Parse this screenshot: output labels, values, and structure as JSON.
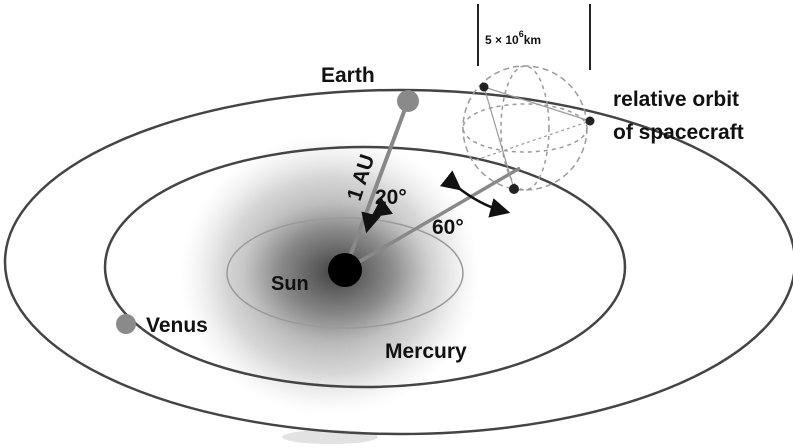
{
  "labels": {
    "earth": "Earth",
    "sun": "Sun",
    "venus": "Venus",
    "mercury": "Mercury",
    "distance": "1 AU",
    "angle_small": "20°",
    "angle_large": "60°",
    "relative_orbit_line1": "relative orbit",
    "relative_orbit_line2": "of spacecraft"
  },
  "scale_bar": {
    "prefix": "5 × 10",
    "exponent": "6",
    "unit": "km"
  },
  "colors": {
    "ink": "#111111",
    "sun": "#000000",
    "planet": "#8a8a8a",
    "orbit": "#444444",
    "spacecraft_orbit": "#9a9a9a",
    "glow": "#9c9c9c"
  }
}
